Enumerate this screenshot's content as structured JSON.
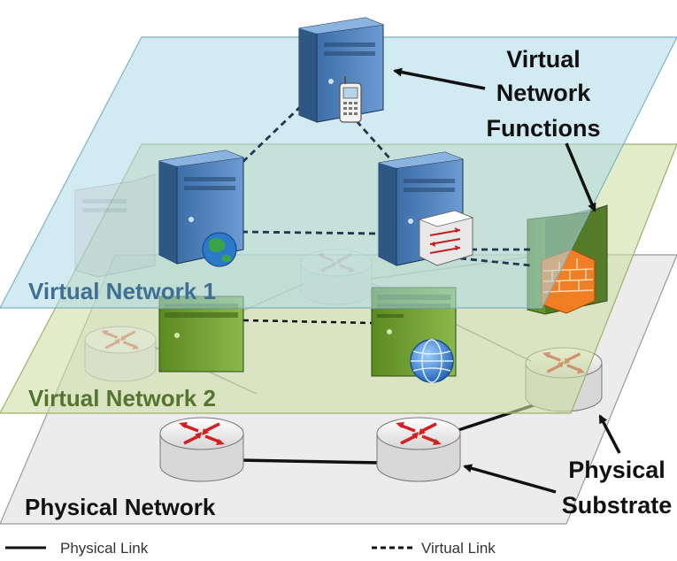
{
  "labels": {
    "vnf_line1": "Virtual",
    "vnf_line2": "Network",
    "vnf_line3": "Functions",
    "virtual_network_1": "Virtual Network 1",
    "virtual_network_2": "Virtual Network 2",
    "physical_network": "Physical Network",
    "physical_substrate_line1": "Physical",
    "physical_substrate_line2": "Substrate"
  },
  "legend": {
    "physical_link": "Physical Link",
    "virtual_link": "Virtual Link"
  },
  "colors": {
    "vn1_plane": "#add8e6",
    "vn2_plane": "#cfe0a6",
    "physical_plane": "#eaeaea",
    "server_blue": "#4f7fb8",
    "server_green": "#6e9a2c",
    "router_arrow": "#d42020"
  },
  "icons": [
    "server-icon",
    "phone-icon",
    "globe-icon",
    "switch-icon",
    "firewall-icon",
    "router-icon"
  ]
}
